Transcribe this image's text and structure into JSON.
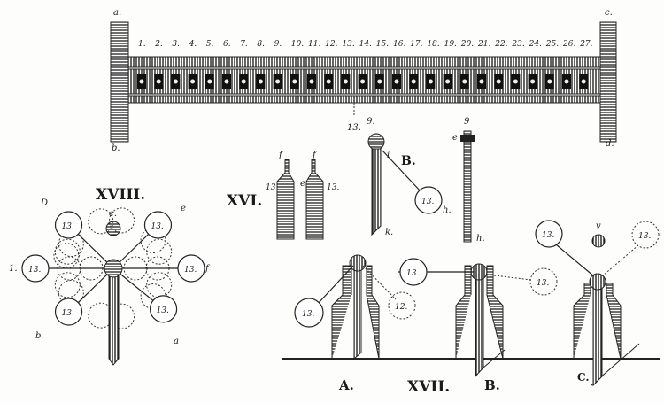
{
  "colors": {
    "ink": "#1a1a1a",
    "paper": "#fdfdfb"
  },
  "top_bar": {
    "corner_labels": {
      "top_left": "a.",
      "top_right": "c.",
      "bottom_left": "b.",
      "bottom_right": "d."
    },
    "numbers": [
      "1.",
      "2.",
      "3.",
      "4.",
      "5.",
      "6.",
      "7.",
      "8.",
      "9.",
      "10.",
      "11.",
      "12.",
      "13.",
      "14.",
      "15.",
      "16.",
      "17.",
      "18.",
      "19.",
      "20.",
      "21.",
      "22.",
      "23.",
      "24.",
      "25.",
      "26.",
      "27."
    ],
    "pointer_label": "13."
  },
  "fig_xvi": {
    "title": "XVI.",
    "left_num": "13",
    "right_num": "13.",
    "f_left": "f",
    "f_right": "f",
    "e_label": "e"
  },
  "fig_b_pin": {
    "ball_label": "9.",
    "letter": "B.",
    "i_label": "i",
    "k_label": "k.",
    "weight_label": "13.",
    "h_label": "h."
  },
  "fig_side": {
    "top_label": "9",
    "e_label": "e",
    "h_label": "h."
  },
  "fig_xviii": {
    "title": "XVIII.",
    "center_label": "e.",
    "weights": [
      "13.",
      "13.",
      "13.",
      "13.",
      "13.",
      "13."
    ],
    "letters": {
      "top_left": "D",
      "top_right": "e",
      "left": "1.",
      "right": "f",
      "bottom_left": "b",
      "bottom_right": "a"
    }
  },
  "fig_xvii": {
    "title": "XVII.",
    "labels": {
      "a": "A.",
      "b": "B.",
      "c": "C."
    },
    "weights": [
      "13.",
      "12.",
      "13.",
      "13.",
      "13.",
      "13."
    ],
    "ball_label": "v"
  }
}
